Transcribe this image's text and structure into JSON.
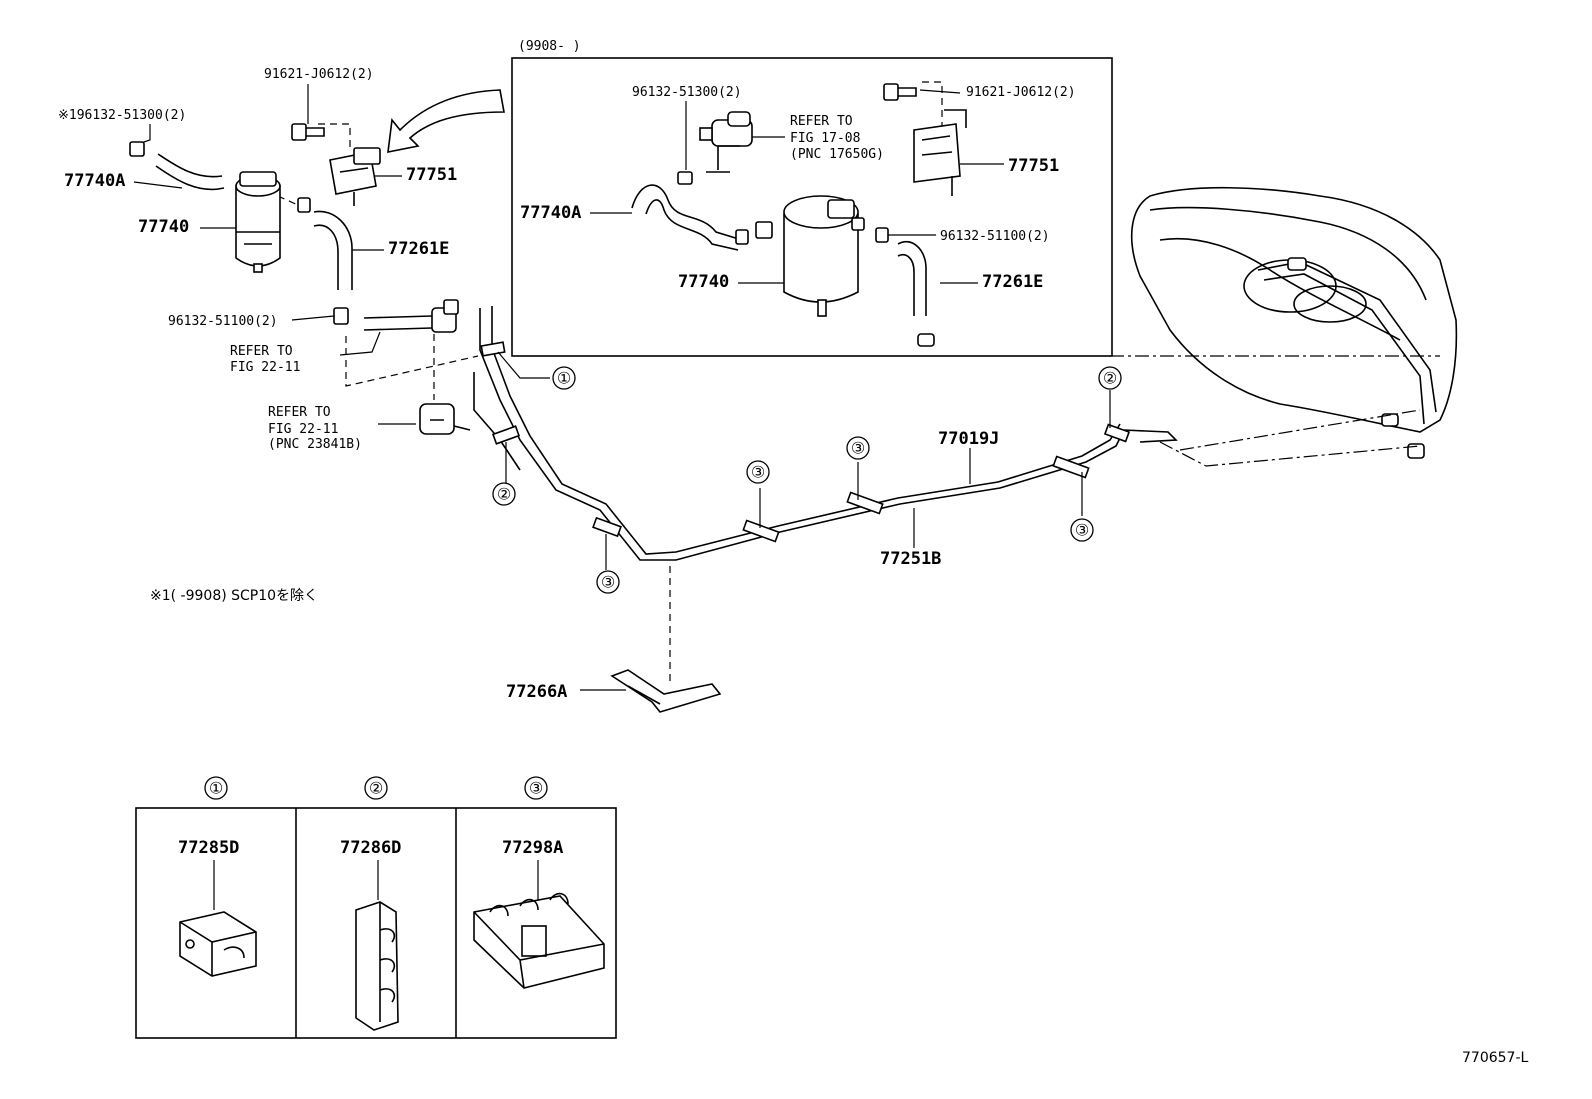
{
  "inset": {
    "date_range": "(9908-        )",
    "parts": {
      "clamp_a": "96132-51300(2)",
      "bolt": "91621-J0612(2)",
      "refer_1": "REFER TO",
      "refer_2": "FIG 17-08",
      "refer_3": "(PNC 17650G)",
      "bracket": "77751",
      "hose_a": "77740A",
      "clamp_b": "96132-51100(2)",
      "canister": "77740",
      "hose_e": "77261E"
    }
  },
  "main": {
    "bolt": "91621-J0612(2)",
    "clamp_a": "※196132-51300(2)",
    "hose_a": "77740A",
    "bracket": "77751",
    "canister": "77740",
    "hose_e": "77261E",
    "clamp_b": "96132-51100(2)",
    "refer_a_1": "REFER TO",
    "refer_a_2": "FIG 22-11",
    "refer_b_1": "REFER TO",
    "refer_b_2": "FIG 22-11",
    "refer_b_3": "(PNC 23841B)",
    "tube_j": "77019J",
    "tube_b": "77251B",
    "bracket_a": "77266A",
    "footnote": "※1(      -9908) SCP10を除く"
  },
  "callouts": [
    "①",
    "②",
    "③"
  ],
  "clamp_table": [
    {
      "callout": "①",
      "part": "77285D"
    },
    {
      "callout": "②",
      "part": "77286D"
    },
    {
      "callout": "③",
      "part": "77298A"
    }
  ],
  "figure_id": "770657-L"
}
